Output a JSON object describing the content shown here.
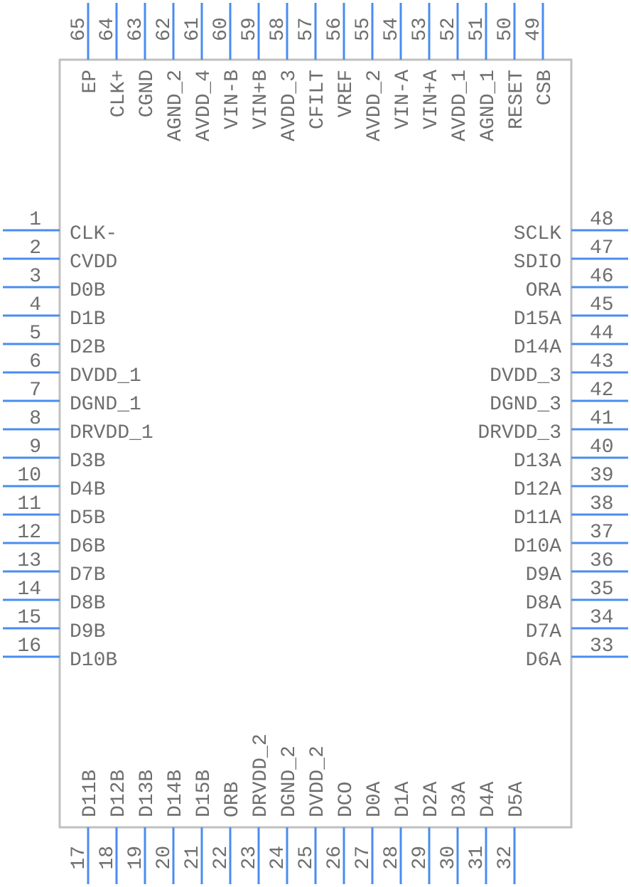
{
  "component": {
    "type": "IC schematic symbol",
    "pin_count": 65,
    "colors": {
      "pin": "#4a8cf0",
      "body_outline": "#c0c0c0",
      "text": "#6e6e6e",
      "background": "#ffffff"
    }
  },
  "pins": {
    "left": [
      {
        "num": "1",
        "name": "CLK-"
      },
      {
        "num": "2",
        "name": "CVDD"
      },
      {
        "num": "3",
        "name": "D0B"
      },
      {
        "num": "4",
        "name": "D1B"
      },
      {
        "num": "5",
        "name": "D2B"
      },
      {
        "num": "6",
        "name": "DVDD_1"
      },
      {
        "num": "7",
        "name": "DGND_1"
      },
      {
        "num": "8",
        "name": "DRVDD_1"
      },
      {
        "num": "9",
        "name": "D3B"
      },
      {
        "num": "10",
        "name": "D4B"
      },
      {
        "num": "11",
        "name": "D5B"
      },
      {
        "num": "12",
        "name": "D6B"
      },
      {
        "num": "13",
        "name": "D7B"
      },
      {
        "num": "14",
        "name": "D8B"
      },
      {
        "num": "15",
        "name": "D9B"
      },
      {
        "num": "16",
        "name": "D10B"
      }
    ],
    "bottom": [
      {
        "num": "17",
        "name": "D11B"
      },
      {
        "num": "18",
        "name": "D12B"
      },
      {
        "num": "19",
        "name": "D13B"
      },
      {
        "num": "20",
        "name": "D14B"
      },
      {
        "num": "21",
        "name": "D15B"
      },
      {
        "num": "22",
        "name": "ORB"
      },
      {
        "num": "23",
        "name": "DRVDD_2"
      },
      {
        "num": "24",
        "name": "DGND_2"
      },
      {
        "num": "25",
        "name": "DVDD_2"
      },
      {
        "num": "26",
        "name": "DCO"
      },
      {
        "num": "27",
        "name": "D0A"
      },
      {
        "num": "28",
        "name": "D1A"
      },
      {
        "num": "29",
        "name": "D2A"
      },
      {
        "num": "30",
        "name": "D3A"
      },
      {
        "num": "31",
        "name": "D4A"
      },
      {
        "num": "32",
        "name": "D5A"
      }
    ],
    "right": [
      {
        "num": "48",
        "name": "SCLK"
      },
      {
        "num": "47",
        "name": "SDIO"
      },
      {
        "num": "46",
        "name": "ORA"
      },
      {
        "num": "45",
        "name": "D15A"
      },
      {
        "num": "44",
        "name": "D14A"
      },
      {
        "num": "43",
        "name": "DVDD_3"
      },
      {
        "num": "42",
        "name": "DGND_3"
      },
      {
        "num": "41",
        "name": "DRVDD_3"
      },
      {
        "num": "40",
        "name": "D13A"
      },
      {
        "num": "39",
        "name": "D12A"
      },
      {
        "num": "38",
        "name": "D11A"
      },
      {
        "num": "37",
        "name": "D10A"
      },
      {
        "num": "36",
        "name": "D9A"
      },
      {
        "num": "35",
        "name": "D8A"
      },
      {
        "num": "34",
        "name": "D7A"
      },
      {
        "num": "33",
        "name": "D6A"
      }
    ],
    "top": [
      {
        "num": "65",
        "name": "EP"
      },
      {
        "num": "64",
        "name": "CLK+"
      },
      {
        "num": "63",
        "name": "CGND"
      },
      {
        "num": "62",
        "name": "AGND_2"
      },
      {
        "num": "61",
        "name": "AVDD_4"
      },
      {
        "num": "60",
        "name": "VIN-B"
      },
      {
        "num": "59",
        "name": "VIN+B"
      },
      {
        "num": "58",
        "name": "AVDD_3"
      },
      {
        "num": "57",
        "name": "CFILT"
      },
      {
        "num": "56",
        "name": "VREF"
      },
      {
        "num": "55",
        "name": "AVDD_2"
      },
      {
        "num": "54",
        "name": "VIN-A"
      },
      {
        "num": "53",
        "name": "VIN+A"
      },
      {
        "num": "52",
        "name": "AVDD_1"
      },
      {
        "num": "51",
        "name": "AGND_1"
      },
      {
        "num": "50",
        "name": "RESET"
      },
      {
        "num": "49",
        "name": "CSB"
      }
    ]
  }
}
